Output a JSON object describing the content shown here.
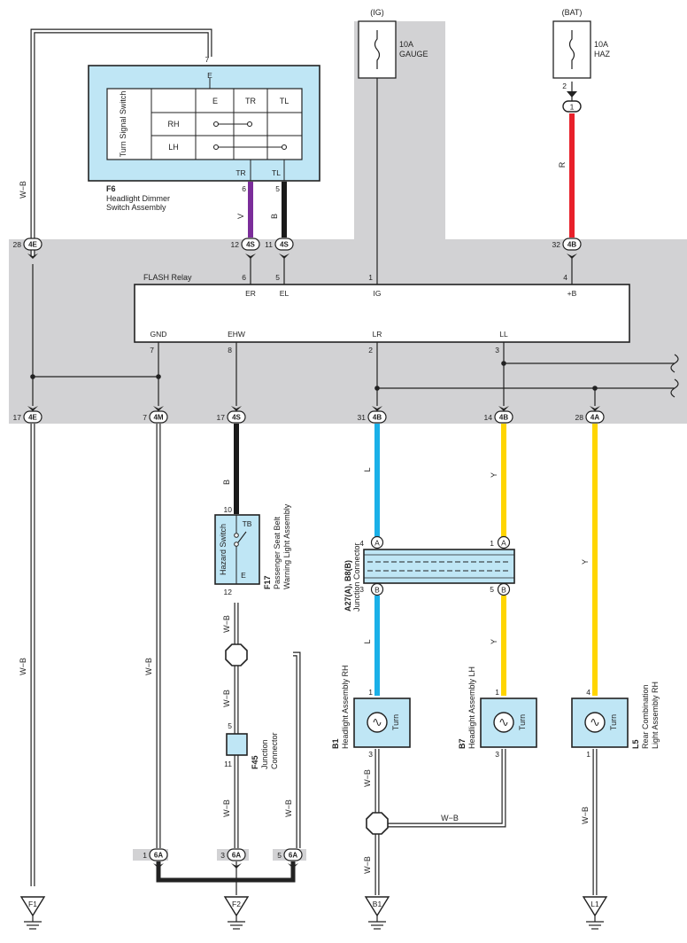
{
  "colors": {
    "V": "#7b2d9a",
    "B": "#1a1a1a",
    "R": "#e8202a",
    "L": "#1ab0e8",
    "Y": "#ffd500",
    "WB": "#ffffff",
    "junction_area": "#d2d2d4",
    "component_fill": "#bfe6f5"
  },
  "fuses": {
    "ig": {
      "source": "(IG)",
      "rating": "10A",
      "name": "GAUGE"
    },
    "bat": {
      "source": "(BAT)",
      "rating": "10A",
      "name": "HAZ"
    }
  },
  "f6": {
    "code": "F6",
    "name_line1": "Headlight Dimmer",
    "name_line2": "Switch Assembly",
    "switch_label": "Turn Signal Switch",
    "pin_top": "7",
    "pin_top_label": "E",
    "cols": [
      "E",
      "TR",
      "TL"
    ],
    "rows": [
      "RH",
      "LH"
    ],
    "pin_tr_label": "TR",
    "pin_tl_label": "TL",
    "pin_tr": "6",
    "pin_tl": "5"
  },
  "wires": {
    "wb": "W−B",
    "v": "V",
    "b": "B",
    "r": "R",
    "l": "L",
    "y": "Y"
  },
  "connectors": {
    "c4e_top": "4E",
    "c4s_a": "4S",
    "c4s_b": "4S",
    "c4b_top": "4B",
    "c4e_bot": "4E",
    "c4m": "4M",
    "c4s_bot": "4S",
    "c4b_a": "4B",
    "c4b_b": "4B",
    "c4a": "4A",
    "c6a_1": "6A",
    "c6a_2": "6A",
    "c6a_3": "6A",
    "bat_plug": "1",
    "conn_a": "A",
    "conn_b": "B"
  },
  "pins": {
    "p28": "28",
    "p12": "12",
    "p11": "11",
    "p32": "32",
    "p2": "2",
    "p17a": "17",
    "p7a": "7",
    "p17b": "17",
    "p31": "31",
    "p14": "14",
    "p28b": "28",
    "p1": "1",
    "p3": "3",
    "p5": "5",
    "p10": "10",
    "p12b": "12",
    "p11b": "11",
    "p4": "4"
  },
  "relay": {
    "title": "FLASH Relay",
    "top_pins": [
      {
        "num": "6",
        "name": "ER"
      },
      {
        "num": "5",
        "name": "EL"
      },
      {
        "num": "1",
        "name": "IG"
      },
      {
        "num": "4",
        "name": "+B"
      }
    ],
    "bottom_pins": [
      {
        "num": "7",
        "name": "GND"
      },
      {
        "num": "8",
        "name": "EHW"
      },
      {
        "num": "2",
        "name": "LR"
      },
      {
        "num": "3",
        "name": "LL"
      }
    ]
  },
  "hazard": {
    "label": "Hazard Switch",
    "tb": "TB",
    "e": "E",
    "code": "F17",
    "name_line1": "Passenger Seat Belt",
    "name_line2": "Warning Light Assembly"
  },
  "junction": {
    "code": "A27(A), B8(B)",
    "name": "Junction Connector"
  },
  "f45": {
    "code": "F45",
    "name_line1": "Junction",
    "name_line2": "Connector"
  },
  "lamps": {
    "b1": {
      "code": "B1",
      "name": "Headlight Assembly RH",
      "label": "Turn"
    },
    "b7": {
      "code": "B7",
      "name": "Headlight Assembly LH",
      "label": "Turn"
    },
    "l5": {
      "code": "L5",
      "name_line1": "Rear Combination",
      "name_line2": "Light Assembly RH",
      "label": "Turn"
    }
  },
  "grounds": {
    "f1": "F1",
    "f2": "F2",
    "b1": "B1",
    "l1": "L1"
  }
}
